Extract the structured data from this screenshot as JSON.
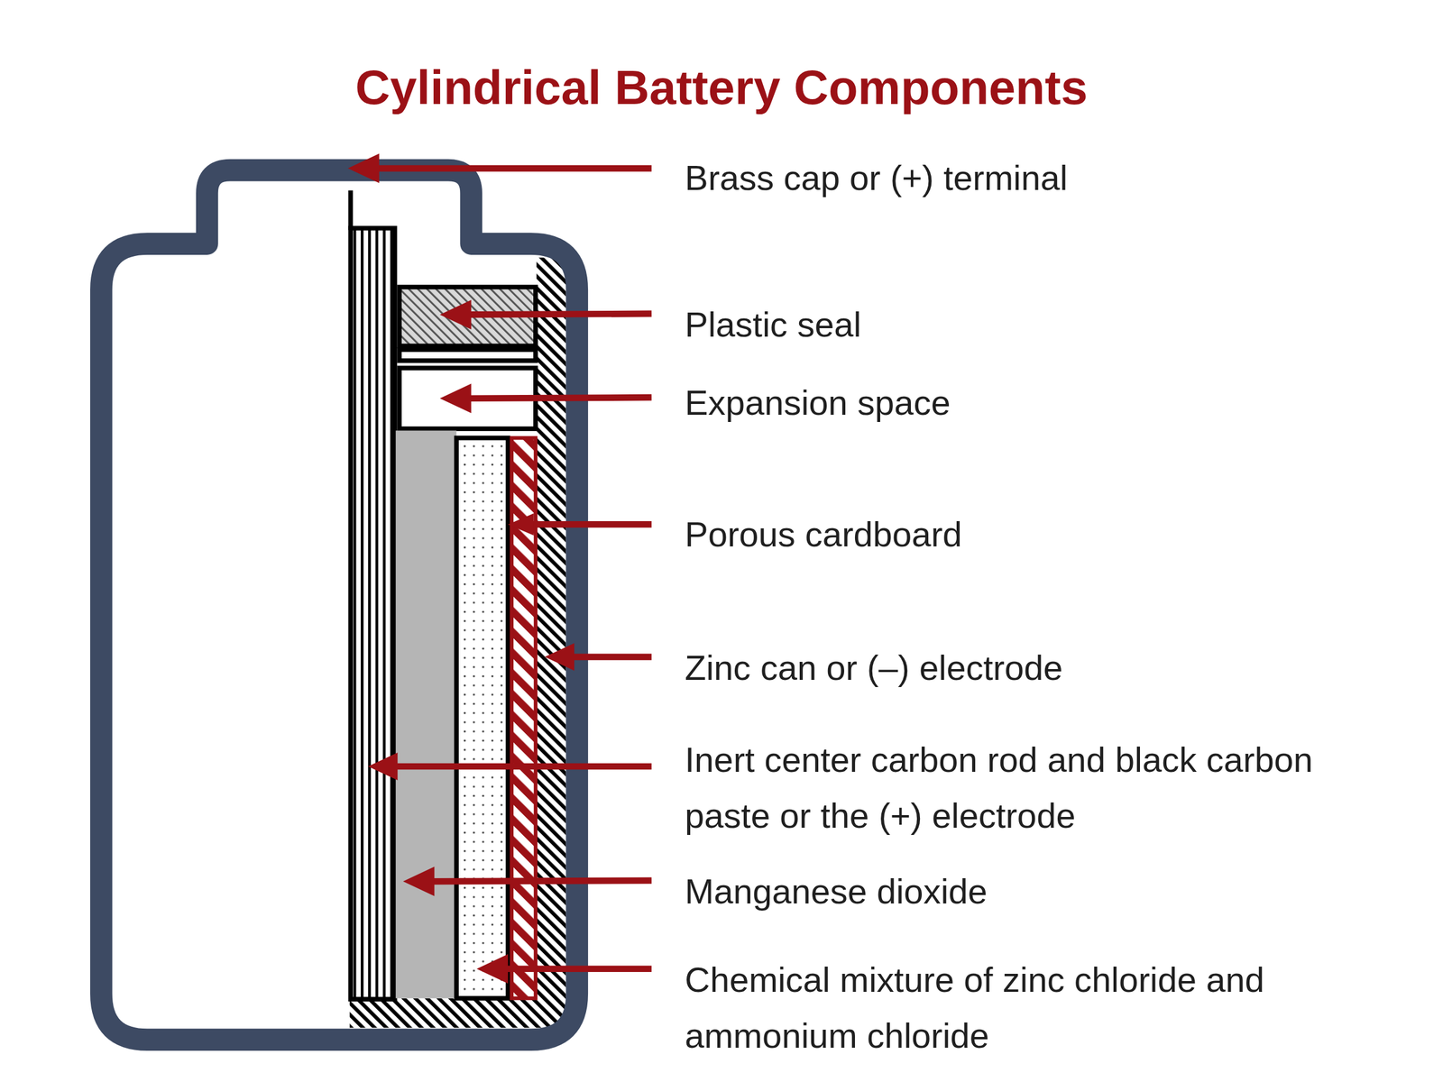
{
  "diagram": {
    "title": "Cylindrical Battery Components",
    "labels": [
      "Brass cap or (+) terminal",
      "Plastic seal",
      "Expansion space",
      "Porous cardboard",
      "Zinc can or (–) electrode",
      "Inert center carbon rod and black carbon paste or the (+) electrode",
      "Manganese dioxide",
      "Chemical mixture of zinc chloride and ammonium chloride"
    ]
  }
}
